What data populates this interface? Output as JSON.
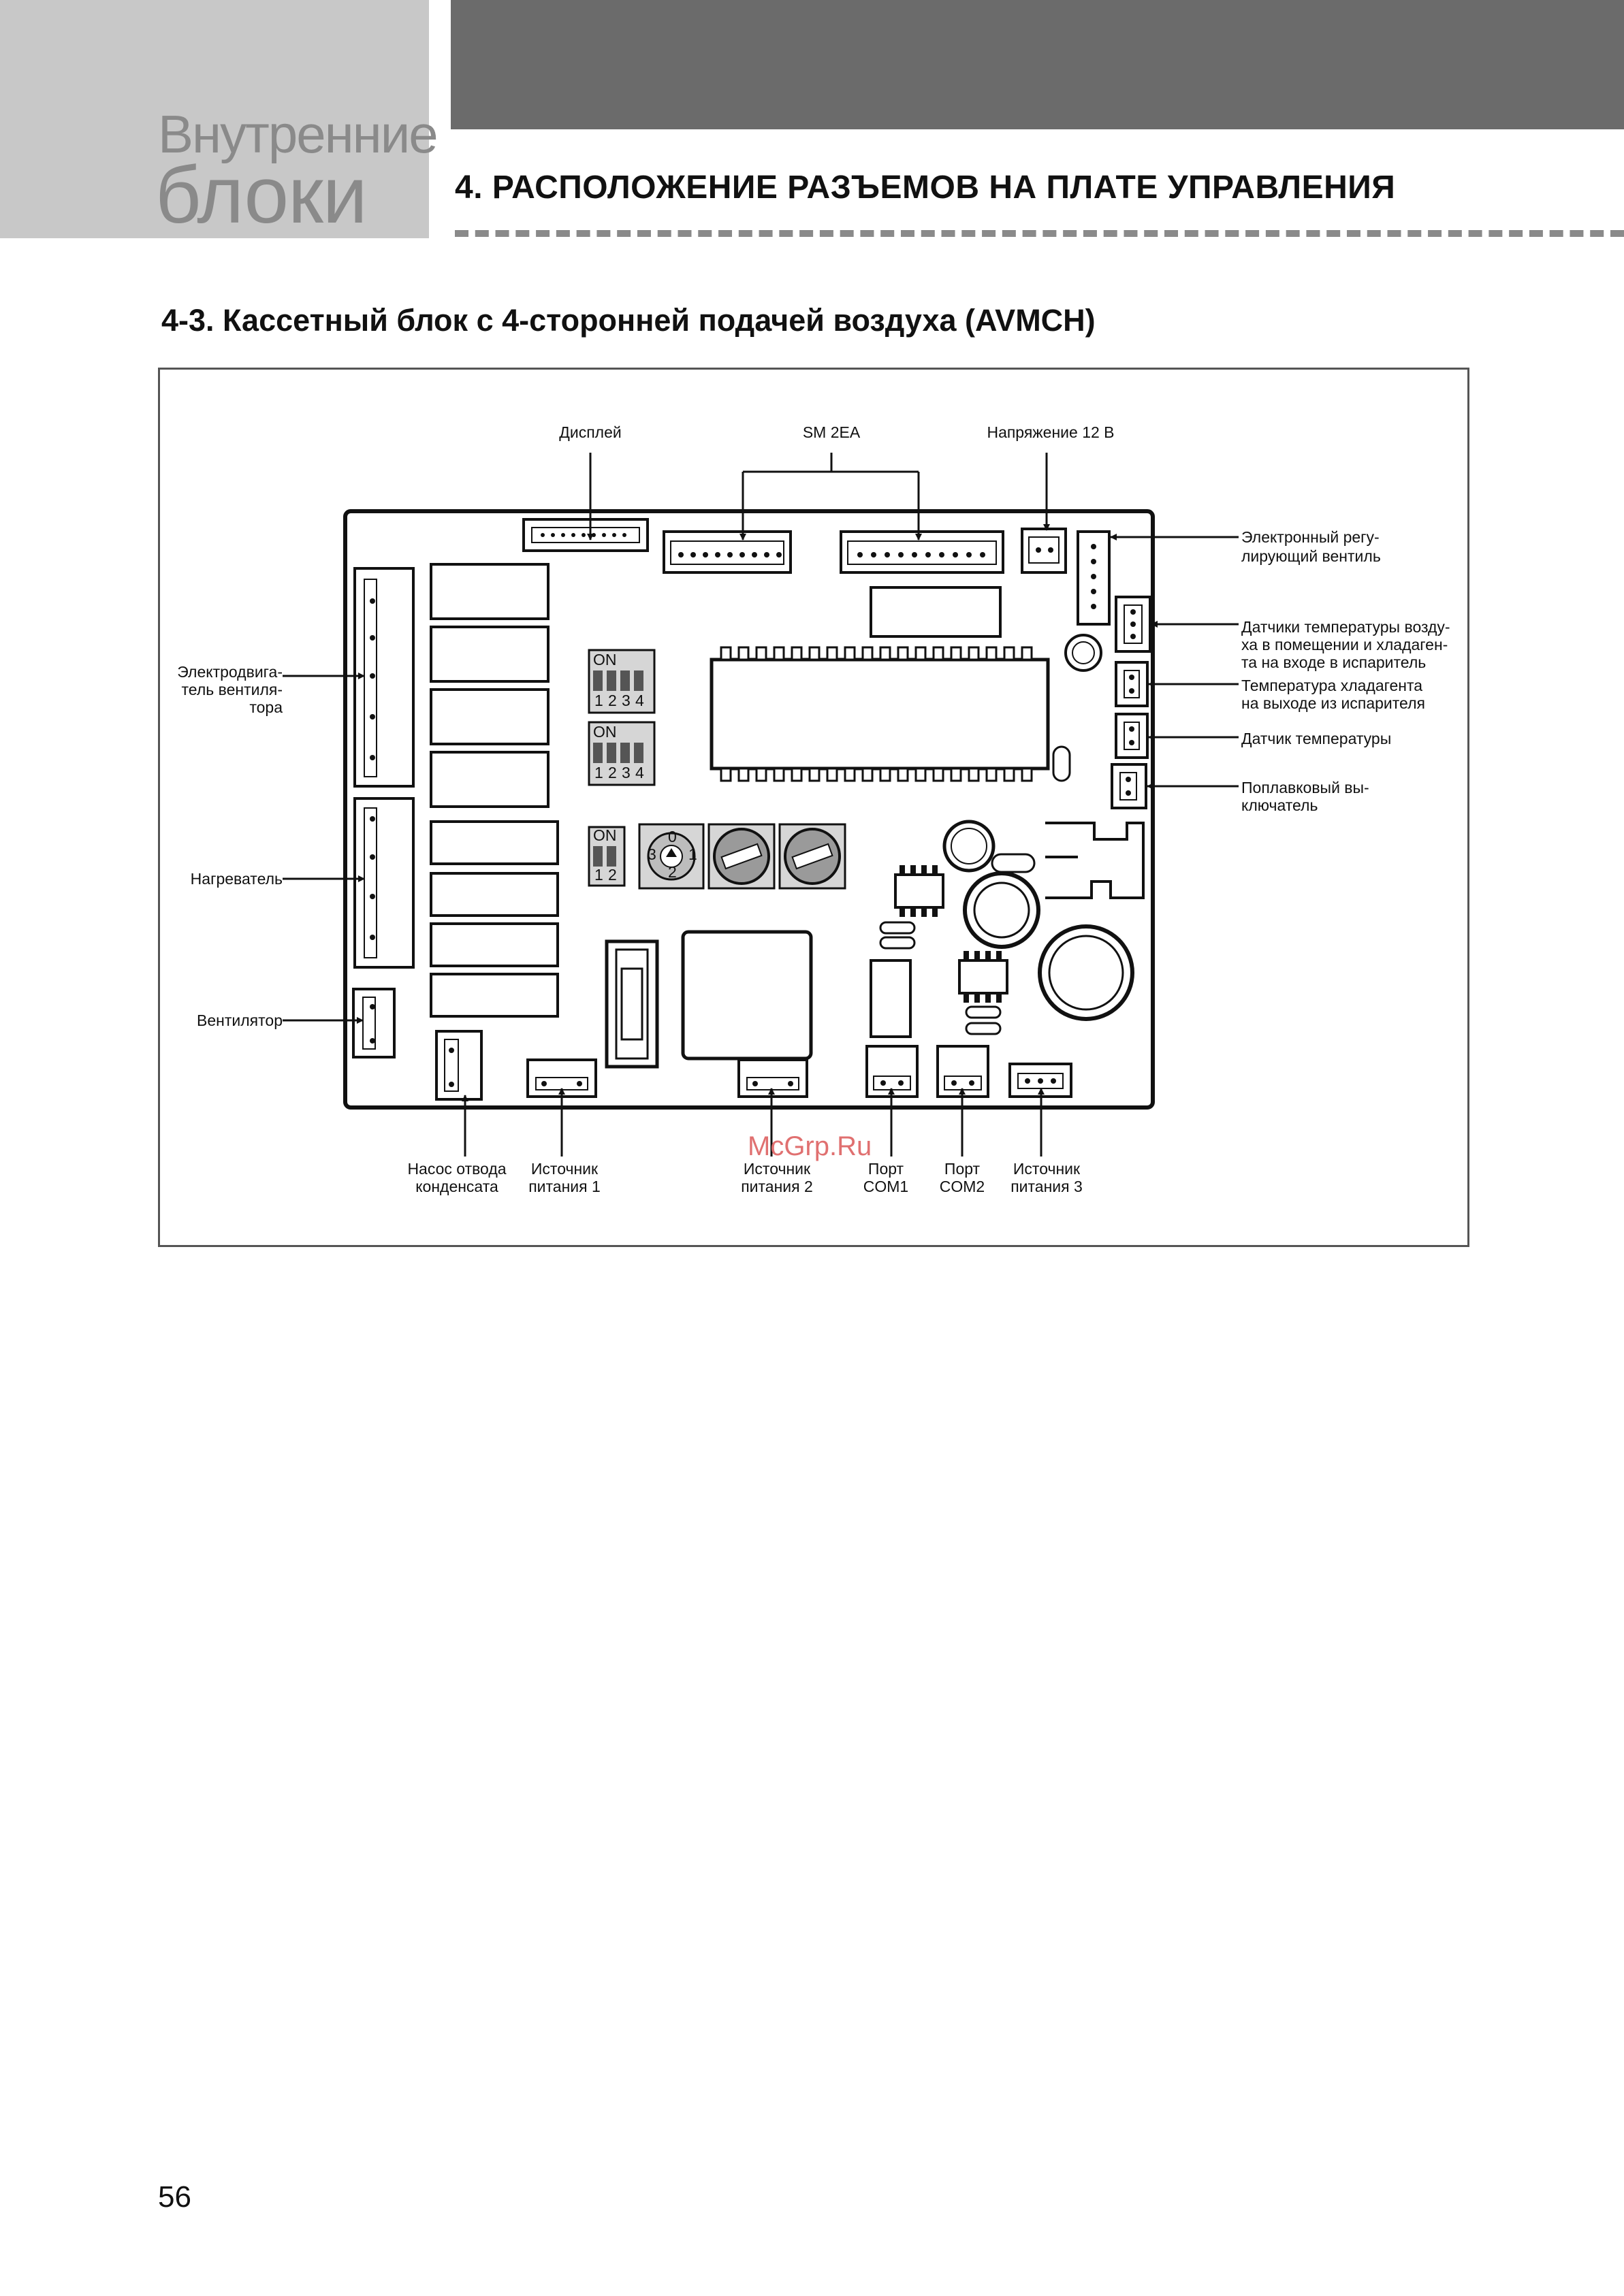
{
  "header": {
    "tab_line1": "Внутренние",
    "tab_line2": "блоки",
    "section_title": "4. РАСПОЛОЖЕНИЕ РАЗЪЕМОВ НА ПЛАТЕ УПРАВЛЕНИЯ"
  },
  "subsection_title": "4-3. Кассетный блок с 4-сторонней подачей воздуха (AVMCH)",
  "diagram": {
    "top_labels": {
      "display": "Дисплей",
      "sm2ea": "SM 2EA",
      "voltage12": "Напряжение 12 В"
    },
    "left_labels": {
      "fan_motor": [
        "Электродвига-",
        "тель вентиля-",
        "тора"
      ],
      "heater": "Нагреватель",
      "fan": "Вентилятор"
    },
    "right_labels": {
      "expansion_valve": [
        "Электронный регу-",
        "лирующий вентиль"
      ],
      "air_temp_sensors": [
        "Датчики температуры возду-",
        "ха в помещении и хладаген-",
        "та на входе в испаритель"
      ],
      "refrigerant_out": [
        "Температура хладагента",
        "на выходе из испарителя"
      ],
      "temp_sensor": "Датчик температуры",
      "float_switch": [
        "Поплавковый вы-",
        "ключатель"
      ]
    },
    "bottom_labels": {
      "drain_pump": [
        "Насос отвода",
        "конденсата"
      ],
      "power1": [
        "Источник",
        "питания 1"
      ],
      "power2": [
        "Источник",
        "питания 2"
      ],
      "com1": [
        "Порт",
        "COM1"
      ],
      "com2": [
        "Порт",
        "COM2"
      ],
      "power3": [
        "Источник",
        "питания 3"
      ]
    },
    "dip_switch": {
      "on": "ON",
      "pos1": "1",
      "pos2": "2",
      "pos3": "3",
      "pos4": "4"
    },
    "rotary_switch": {
      "d0": "0",
      "d1": "1",
      "d2": "2",
      "d3": "3"
    }
  },
  "watermark": "McGrp.Ru",
  "page_number": "56"
}
